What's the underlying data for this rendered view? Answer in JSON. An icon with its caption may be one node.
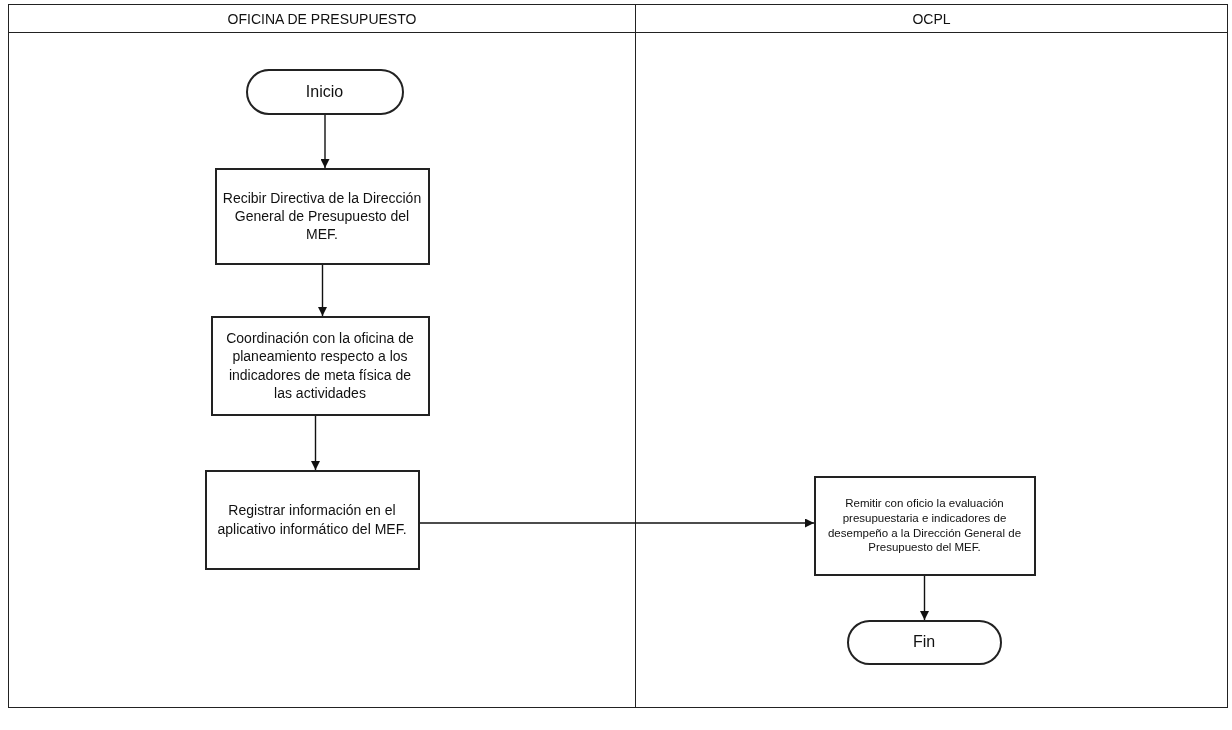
{
  "diagram": {
    "nodes": [
      {
        "text": [
          "OFICINA DE PRESUPUESTO"
        ]
      },
      {
        "text": [
          "Inicio"
        ],
        "in": 0
      },
      {
        "text": [
          "Recibir Directiva de la Dirección General de Presupuesto del MEF."
        ],
        "in": 0
      },
      {
        "text": [
          "Coordinación con la oficina de planeamiento respecto a los indicadores de meta física de las actividades"
        ],
        "in": 0
      },
      {
        "text": [
          "Registrar información en el aplicativo informático del MEF."
        ],
        "in": 0
      },
      {
        "text": [
          "OCPL"
        ]
      },
      {
        "text": [
          "Remitir con oficio la evaluación presupuestaria e indicadores de desempeño a la Dirección General de Presupuesto del MEF."
        ],
        "in": 5
      },
      {
        "text": [
          "Fin"
        ],
        "in": 5
      }
    ],
    "edges": [
      {
        "from": 1,
        "to": 2,
        "arrow": "to"
      },
      {
        "from": 2,
        "to": 3,
        "arrow": "to"
      },
      {
        "from": 3,
        "to": 4,
        "arrow": "to"
      },
      {
        "from": 4,
        "to": 6,
        "arrow": "to"
      },
      {
        "from": 6,
        "to": 7,
        "arrow": "to"
      }
    ]
  }
}
